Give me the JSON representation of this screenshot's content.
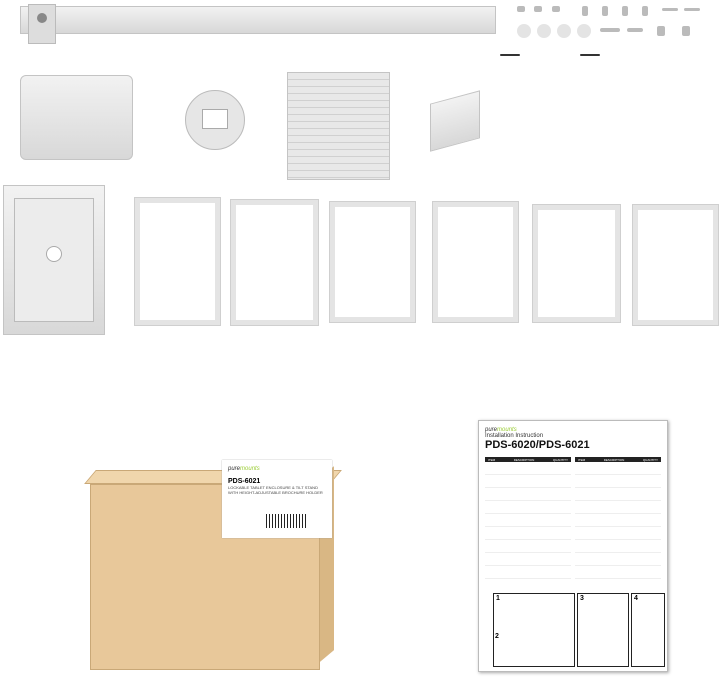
{
  "brand_logo": "pure mounts",
  "box_label": {
    "model": "PDS-6021",
    "description": "LOCKABLE TABLET ENCLOSURE & TILT STAND WITH HEIGHT-ADJUSTABLE BROCHURE HOLDER"
  },
  "manual": {
    "title": "Installation Instruction",
    "model": "PDS-6020/PDS-6021",
    "table_headers": [
      "ITEM",
      "DESCRIPTION",
      "QUANTITY"
    ],
    "steps": [
      "1",
      "2",
      "3",
      "4"
    ]
  },
  "colors": {
    "box": "#e8c89a",
    "metal": "#e0e0e0"
  }
}
